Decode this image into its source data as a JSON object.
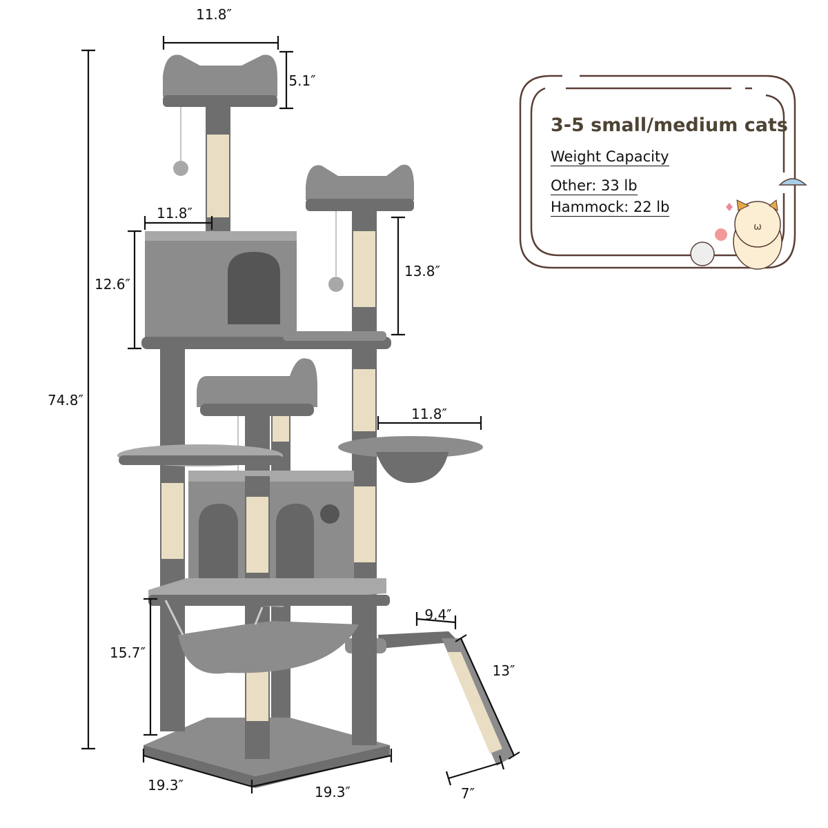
{
  "dimensions": {
    "top_perch_width": "11.8″",
    "top_perch_height": "5.1″",
    "total_height": "74.8″",
    "condo_width": "11.8″",
    "condo_height": "12.6″",
    "post_height": "13.8″",
    "basket_width": "11.8″",
    "hammock_height": "15.7″",
    "ramp_top_width": "9.4″",
    "ramp_length": "13″",
    "ramp_width": "7″",
    "base_depth": "19.3″",
    "base_width": "19.3″"
  },
  "info_card": {
    "title": "3-5 small/medium cats",
    "subtitle": "Weight Capacity",
    "other": "Other: 33 lb",
    "hammock": "Hammock: 22 lb"
  },
  "colors": {
    "fur": "#8c8c8c",
    "fur_dark": "#6e6e6e",
    "fur_light": "#a8a8a8",
    "sisal": "#e9dec4",
    "card_border": "#5a3e36",
    "title": "#4e4434"
  }
}
